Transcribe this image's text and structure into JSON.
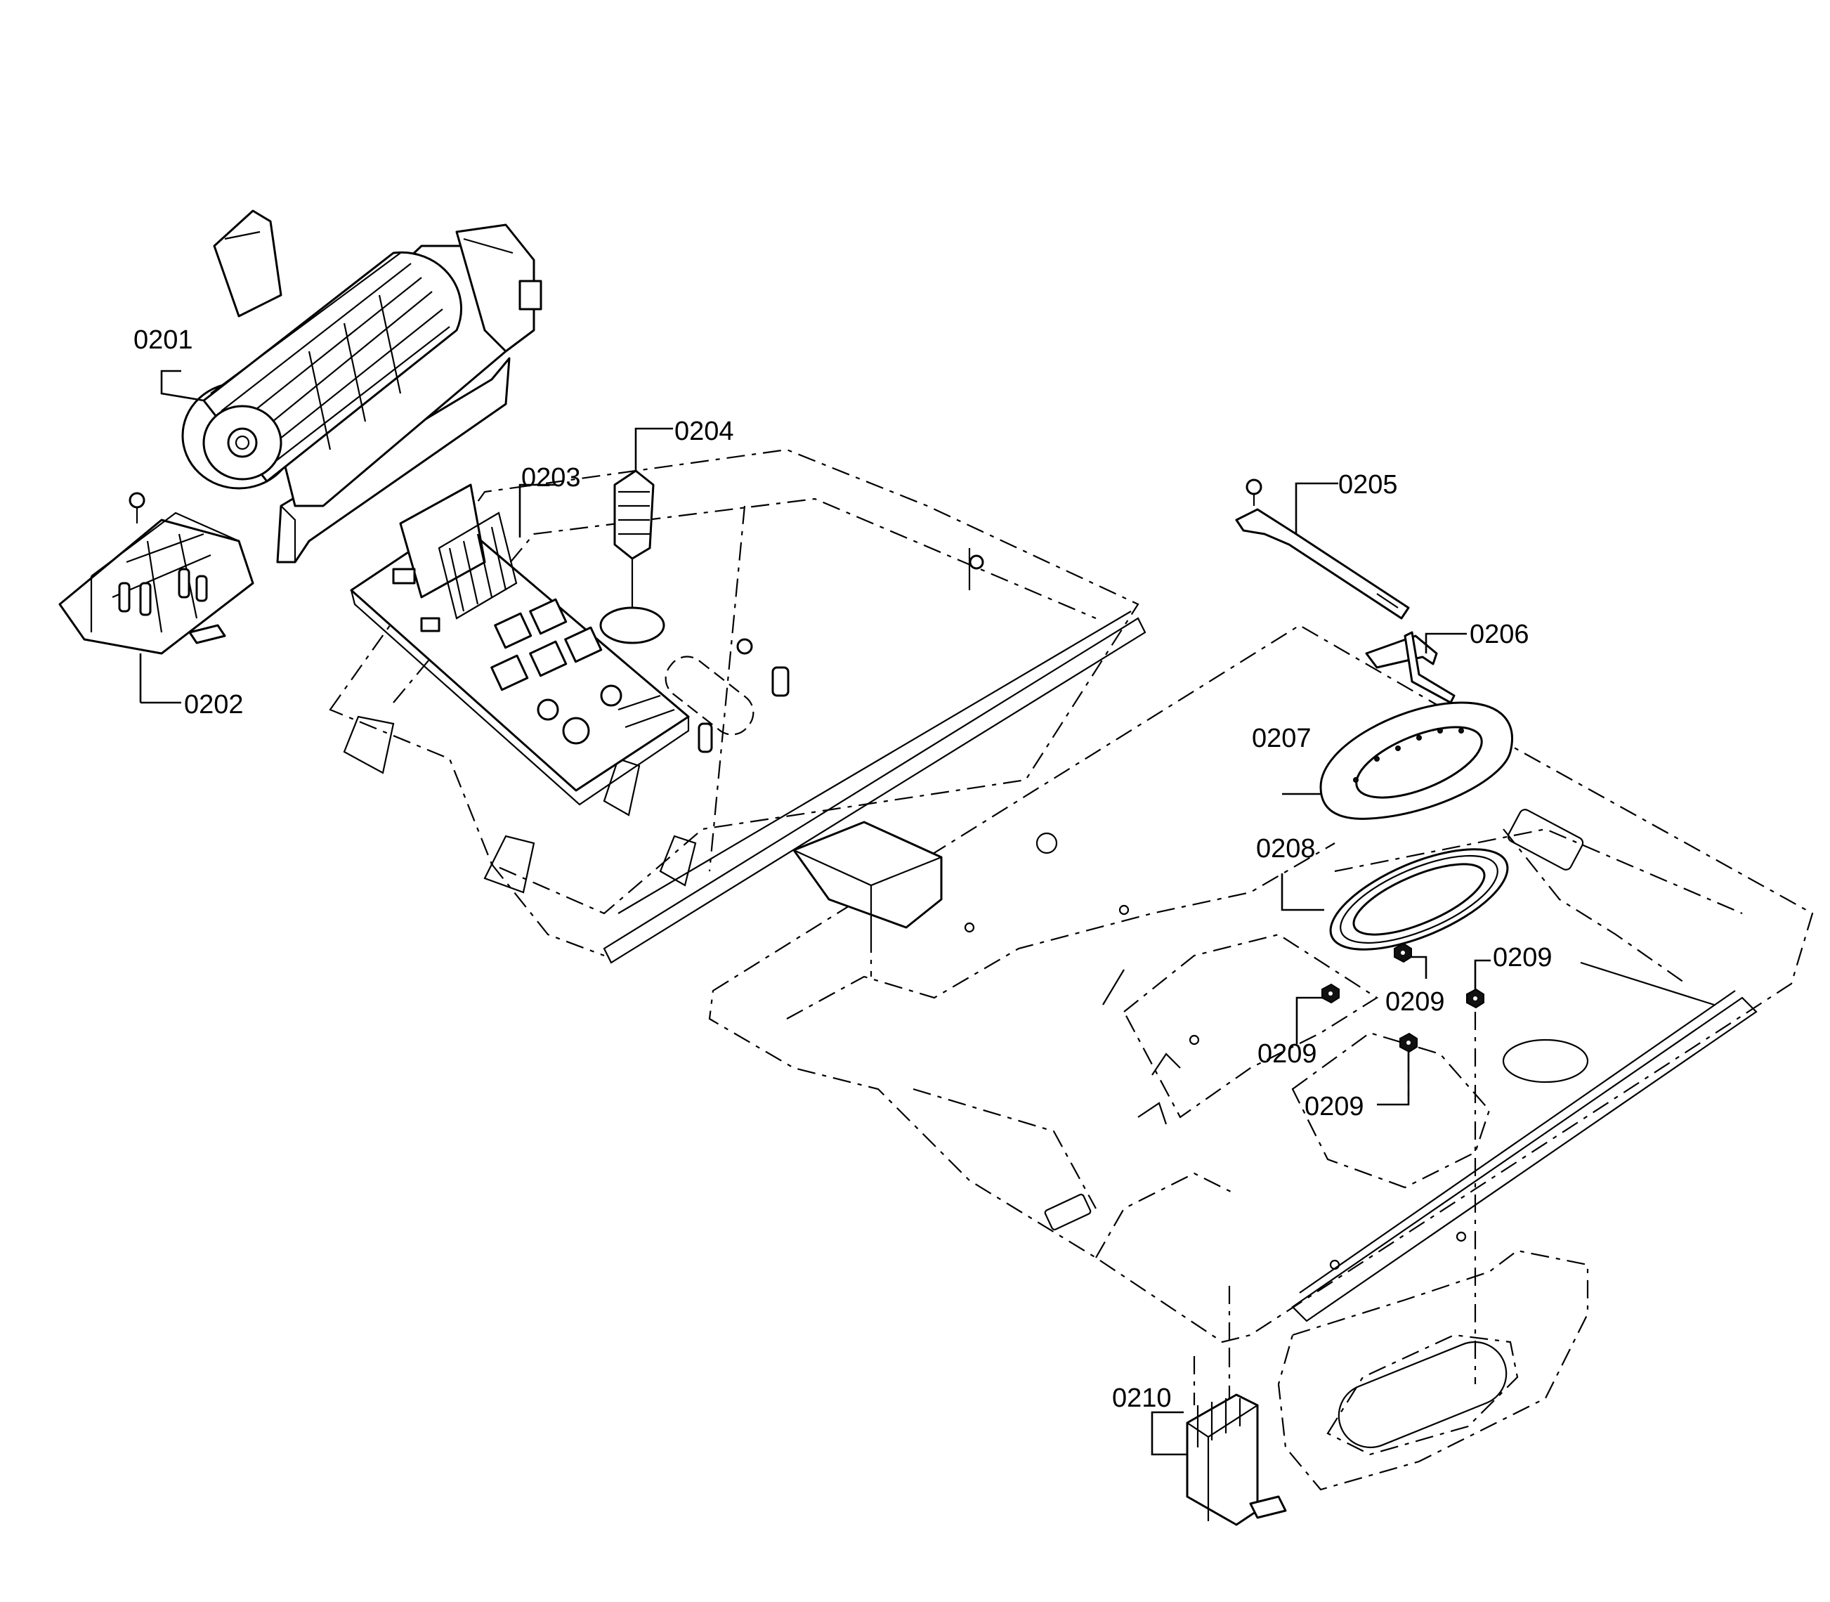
{
  "callouts": {
    "c0201": "0201",
    "c0202": "0202",
    "c0203": "0203",
    "c0204": "0204",
    "c0205": "0205",
    "c0206": "0206",
    "c0207": "0207",
    "c0208": "0208",
    "c0209a": "0209",
    "c0209b": "0209",
    "c0209c": "0209",
    "c0209d": "0209",
    "c0210": "0210"
  },
  "parts": [
    {
      "ref": "0201",
      "icon": "cross-flow-fan-icon"
    },
    {
      "ref": "0202",
      "icon": "filter-board-bracket-icon"
    },
    {
      "ref": "0203",
      "icon": "control-circuit-board-icon"
    },
    {
      "ref": "0204",
      "icon": "connector-plug-icon"
    },
    {
      "ref": "0205",
      "icon": "mounting-strap-icon"
    },
    {
      "ref": "0206",
      "icon": "clip-icon"
    },
    {
      "ref": "0207",
      "icon": "oval-plate-icon"
    },
    {
      "ref": "0208",
      "icon": "oval-gasket-icon"
    },
    {
      "ref": "0209",
      "icon": "nut-icon"
    },
    {
      "ref": "0210",
      "icon": "terminal-block-icon"
    }
  ]
}
